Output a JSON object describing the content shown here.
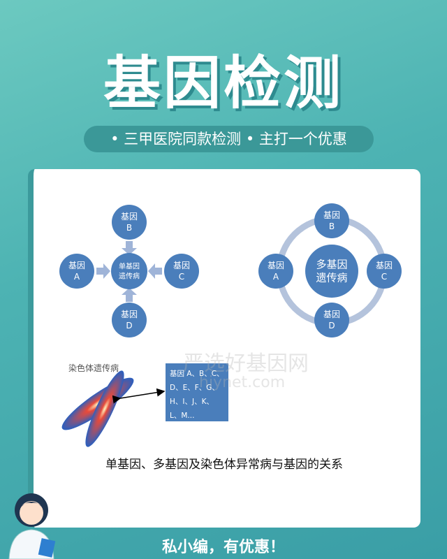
{
  "header": {
    "title": "基因检测",
    "subtitle": "• 三甲医院同款检测 • 主打一个优惠"
  },
  "diagram": {
    "single": {
      "center": [
        "单基因",
        "遗传病"
      ],
      "genes": [
        [
          "基因",
          "A"
        ],
        [
          "基因",
          "B"
        ],
        [
          "基因",
          "C"
        ],
        [
          "基因",
          "D"
        ]
      ]
    },
    "multi": {
      "center": [
        "多基因",
        "遗传病"
      ],
      "genes": [
        [
          "基因",
          "A"
        ],
        [
          "基因",
          "B"
        ],
        [
          "基因",
          "C"
        ],
        [
          "基因",
          "D"
        ]
      ]
    },
    "chromosome": {
      "label": "染色体遗传病",
      "box_lines": [
        "基因 A、B、C、",
        "D、E、F、G、",
        "H、I、J、K、",
        "L、M..."
      ]
    },
    "colors": {
      "node": "#4a7ebb",
      "ring": "#b4c3dc"
    }
  },
  "watermark": {
    "name": "严选好基因网",
    "domain": "hjynet.com"
  },
  "caption": "单基因、多基因及染色体异常病与基因的关系",
  "footer": "私小编，有优惠！"
}
